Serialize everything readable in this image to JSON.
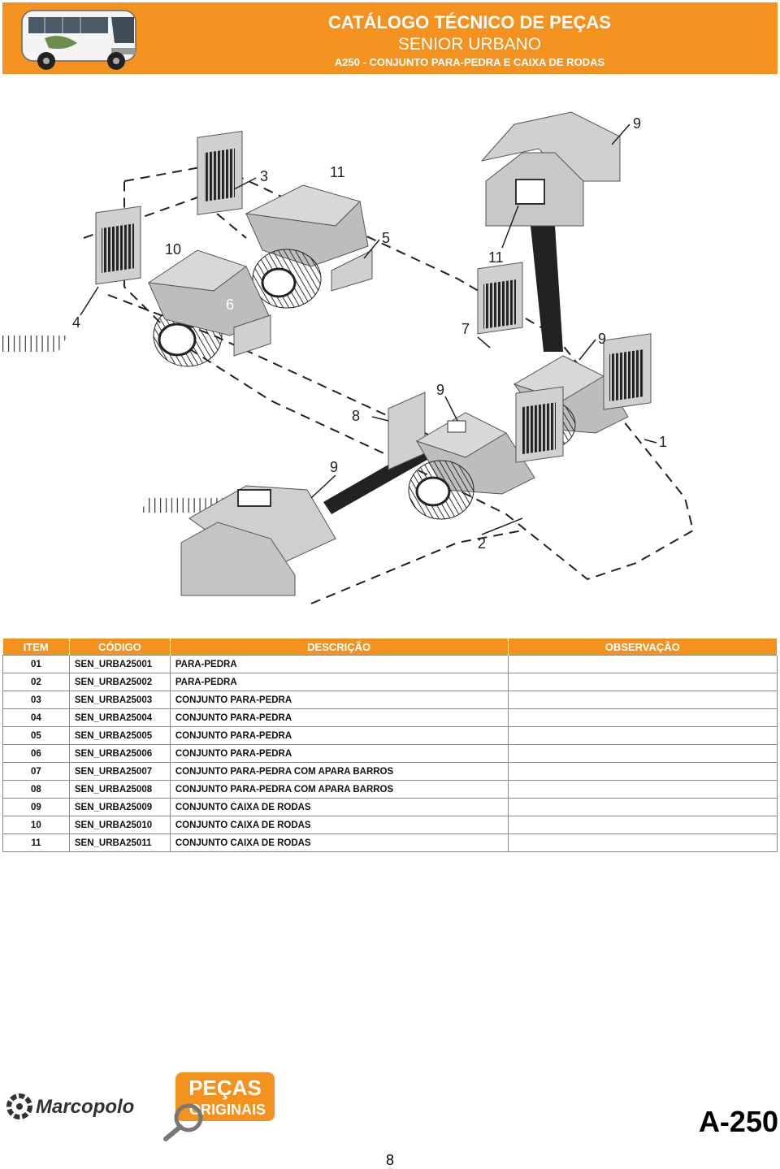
{
  "header": {
    "title": "CATÁLOGO TÉCNICO DE PEÇAS",
    "model": "SENIOR URBANO",
    "section": "A250 - CONJUNTO PARA-PEDRA E CAIXA DE RODAS"
  },
  "diagram": {
    "callouts": [
      "1",
      "2",
      "3",
      "4",
      "5",
      "6",
      "7",
      "8",
      "9",
      "9",
      "9",
      "9",
      "10",
      "11",
      "11"
    ]
  },
  "table": {
    "headers": {
      "item": "ITEM",
      "codigo": "CÓDIGO",
      "descricao": "DESCRIÇÃO",
      "observacao": "OBSERVAÇÃO"
    },
    "rows": [
      {
        "item": "01",
        "codigo": "SEN_URBA25001",
        "descricao": "PARA-PEDRA",
        "observacao": ""
      },
      {
        "item": "02",
        "codigo": "SEN_URBA25002",
        "descricao": "PARA-PEDRA",
        "observacao": ""
      },
      {
        "item": "03",
        "codigo": "SEN_URBA25003",
        "descricao": "CONJUNTO PARA-PEDRA",
        "observacao": ""
      },
      {
        "item": "04",
        "codigo": "SEN_URBA25004",
        "descricao": "CONJUNTO PARA-PEDRA",
        "observacao": ""
      },
      {
        "item": "05",
        "codigo": "SEN_URBA25005",
        "descricao": "CONJUNTO PARA-PEDRA",
        "observacao": ""
      },
      {
        "item": "06",
        "codigo": "SEN_URBA25006",
        "descricao": "CONJUNTO PARA-PEDRA",
        "observacao": ""
      },
      {
        "item": "07",
        "codigo": "SEN_URBA25007",
        "descricao": "CONJUNTO PARA-PEDRA COM APARA BARROS",
        "observacao": ""
      },
      {
        "item": "08",
        "codigo": "SEN_URBA25008",
        "descricao": "CONJUNTO PARA-PEDRA COM APARA BARROS",
        "observacao": ""
      },
      {
        "item": "09",
        "codigo": "SEN_URBA25009",
        "descricao": "CONJUNTO CAIXA DE RODAS",
        "observacao": ""
      },
      {
        "item": "10",
        "codigo": "SEN_URBA25010",
        "descricao": "CONJUNTO CAIXA DE RODAS",
        "observacao": ""
      },
      {
        "item": "11",
        "codigo": "SEN_URBA25011",
        "descricao": "CONJUNTO CAIXA DE RODAS",
        "observacao": ""
      }
    ]
  },
  "footer": {
    "brand": "Marcopolo",
    "pecas_line1": "PEÇAS",
    "pecas_line2": "ORIGINAIS",
    "page_code": "A-250",
    "page_number": "8"
  },
  "colors": {
    "accent": "#f3921f",
    "part_fill": "#cfcfcf",
    "vent": "#222222"
  }
}
